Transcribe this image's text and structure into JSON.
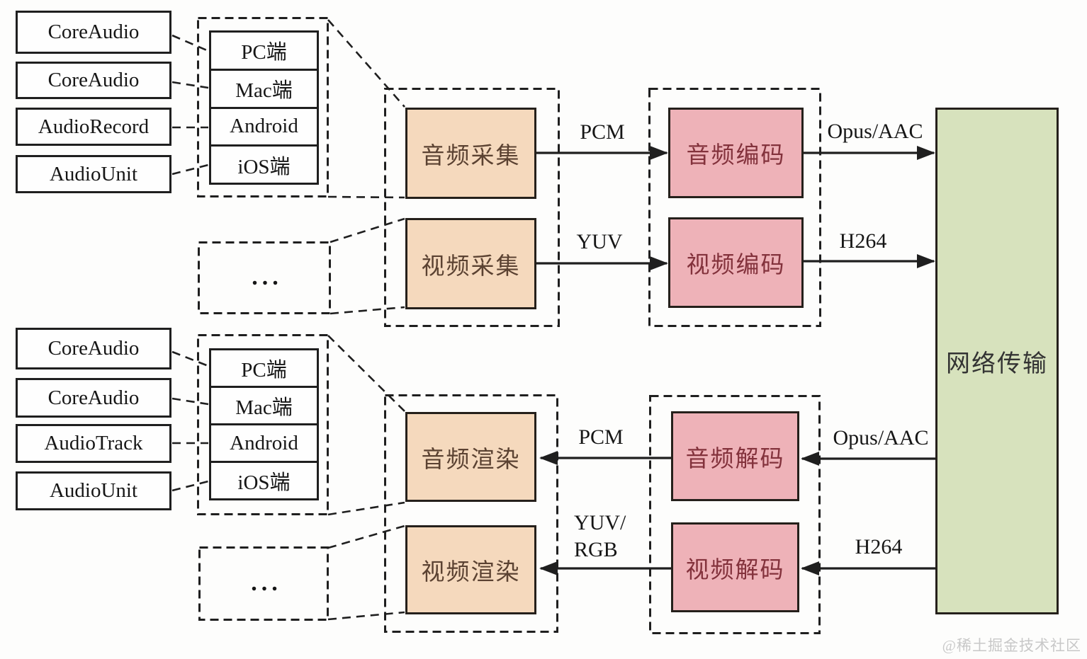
{
  "sender": {
    "api": [
      "CoreAudio",
      "CoreAudio",
      "AudioRecord",
      "AudioUnit"
    ],
    "platforms": [
      "PC端",
      "Mac端",
      "Android",
      "iOS端"
    ],
    "more": "...",
    "capture": [
      "音频采集",
      "视频采集"
    ],
    "encode": [
      "音频编码",
      "视频编码"
    ],
    "labels": {
      "pcm": "PCM",
      "yuv": "YUV",
      "opus": "Opus/AAC",
      "h264": "H264"
    }
  },
  "receiver": {
    "api": [
      "CoreAudio",
      "CoreAudio",
      "AudioTrack",
      "AudioUnit"
    ],
    "platforms": [
      "PC端",
      "Mac端",
      "Android",
      "iOS端"
    ],
    "more": "...",
    "render": [
      "音频渲染",
      "视频渲染"
    ],
    "decode": [
      "音频解码",
      "视频解码"
    ],
    "labels": {
      "pcm": "PCM",
      "yuv1": "YUV/",
      "yuv2": "RGB",
      "opus": "Opus/AAC",
      "h264": "H264"
    }
  },
  "network": {
    "label": "网络传输"
  },
  "watermark": "@稀土掘金技术社区",
  "colors": {
    "capture_fill": "#f5d9bd",
    "encode_fill": "#eeb2b8",
    "network_fill": "#d7e2bd",
    "line": "#1f1f1f",
    "capture_text": "#5b4232",
    "encode_text": "#83323c",
    "network_text": "#333333",
    "watermark_text": "#c8c8c8"
  }
}
